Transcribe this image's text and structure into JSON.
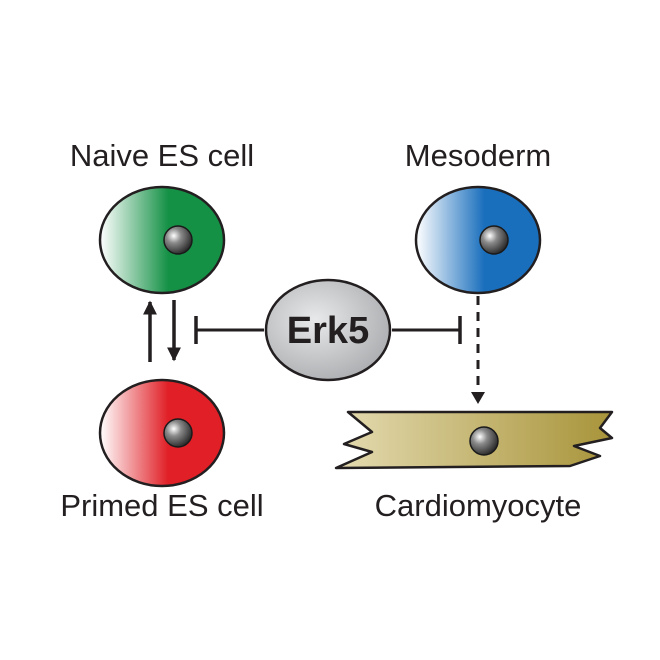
{
  "labels": {
    "naive": "Naive ES cell",
    "mesoderm": "Mesoderm",
    "primed": "Primed ES cell",
    "cardiomyocyte": "Cardiomyocyte",
    "center": "Erk5"
  },
  "colors": {
    "naive": "#159146",
    "mesoderm": "#1a6fbd",
    "primed": "#e01f26",
    "cardiomyocyte": "#a8943a",
    "center": "#a7a9ac",
    "stroke": "#231f20"
  }
}
